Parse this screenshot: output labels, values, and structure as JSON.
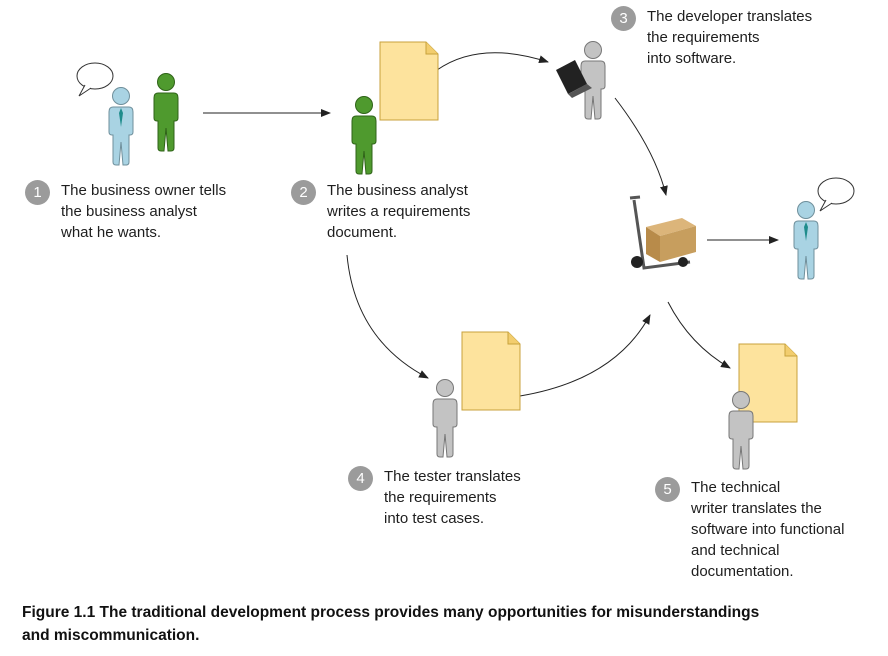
{
  "steps": [
    {
      "number": "1",
      "text": "The business owner tells\nthe business analyst\nwhat he wants."
    },
    {
      "number": "2",
      "text": "The business analyst\nwrites a requirements\ndocument."
    },
    {
      "number": "3",
      "text": "The developer translates\nthe requirements\ninto software."
    },
    {
      "number": "4",
      "text": "The tester translates\nthe requirements\ninto test cases."
    },
    {
      "number": "5",
      "text": "The technical\nwriter translates the\nsoftware into functional\nand technical\ndocumentation."
    }
  ],
  "caption": "Figure 1.1   The traditional development process provides many opportunities for misunderstandings\nand miscommunication.",
  "colors": {
    "owner_figure": "#a9d3e3",
    "analyst_figure": "#4f9a2e",
    "staff_figure": "#c3c3c3",
    "document": "#fde39d",
    "badge": "#9b9b9b",
    "box": "#c79e5e"
  },
  "icons": [
    "person-icon",
    "speech-bubble-icon",
    "document-icon",
    "laptop-icon",
    "hand-truck-icon",
    "box-icon",
    "arrow-icon"
  ]
}
